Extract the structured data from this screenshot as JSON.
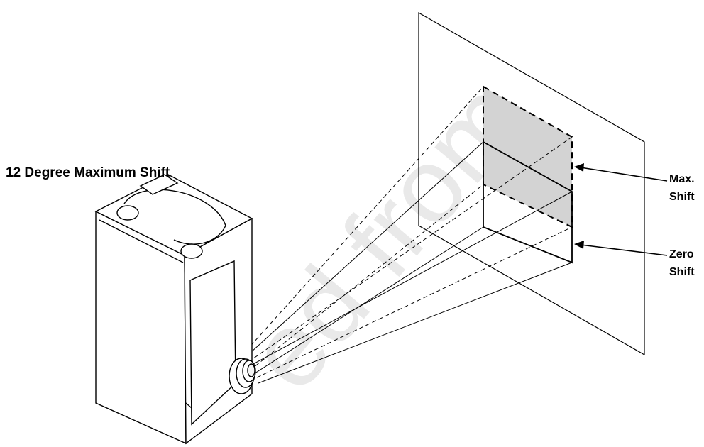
{
  "diagram": {
    "title": "12 Degree Maximum Shift",
    "labels": {
      "max_shift": [
        "Max.",
        "Shift"
      ],
      "zero_shift": [
        "Zero",
        "Shift"
      ]
    },
    "colors": {
      "line": "#000000",
      "shifted_image_fill": "#d3d3d3",
      "background": "#ffffff"
    },
    "icons": [
      "projector-icon",
      "projection-screen"
    ]
  }
}
